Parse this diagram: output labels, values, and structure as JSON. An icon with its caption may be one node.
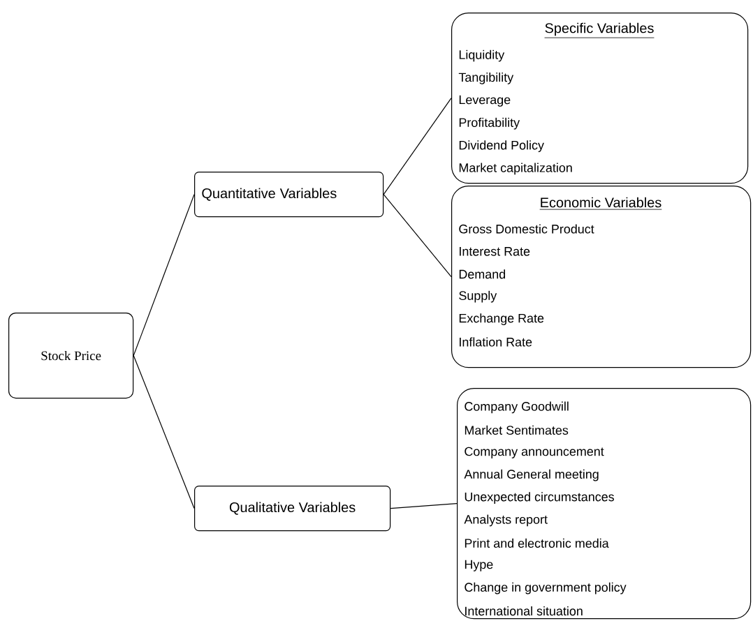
{
  "diagram": {
    "nodes": [
      {
        "text": [
          "Stock Price"
        ]
      },
      {
        "text": [
          "Quantitative Variables"
        ]
      },
      {
        "text": [
          "Qualitative Variables"
        ]
      },
      {
        "text": [
          "Specific Variables",
          "Liquidity",
          "Tangibility",
          "Leverage",
          "Profitability",
          "Dividend Policy",
          "Market capitalization"
        ]
      },
      {
        "text": [
          "Economic Variables",
          "Gross Domestic Product",
          "Interest Rate",
          "Demand",
          "Supply",
          "Exchange Rate",
          "Inflation Rate"
        ]
      },
      {
        "text": [
          "Company Goodwill",
          "Market Sentimates",
          "Company announcement",
          "Annual General meeting",
          "Unexpected circumstances",
          "Analysts report",
          "Print and electronic media",
          "Hype",
          "Change in government policy",
          "International situation"
        ]
      }
    ],
    "edges": [
      {
        "from": 0,
        "to": 1,
        "arrow": "none"
      },
      {
        "from": 0,
        "to": 2,
        "arrow": "none"
      },
      {
        "from": 1,
        "to": 3,
        "arrow": "none"
      },
      {
        "from": 1,
        "to": 4,
        "arrow": "none"
      },
      {
        "from": 2,
        "to": 5,
        "arrow": "none"
      }
    ]
  }
}
